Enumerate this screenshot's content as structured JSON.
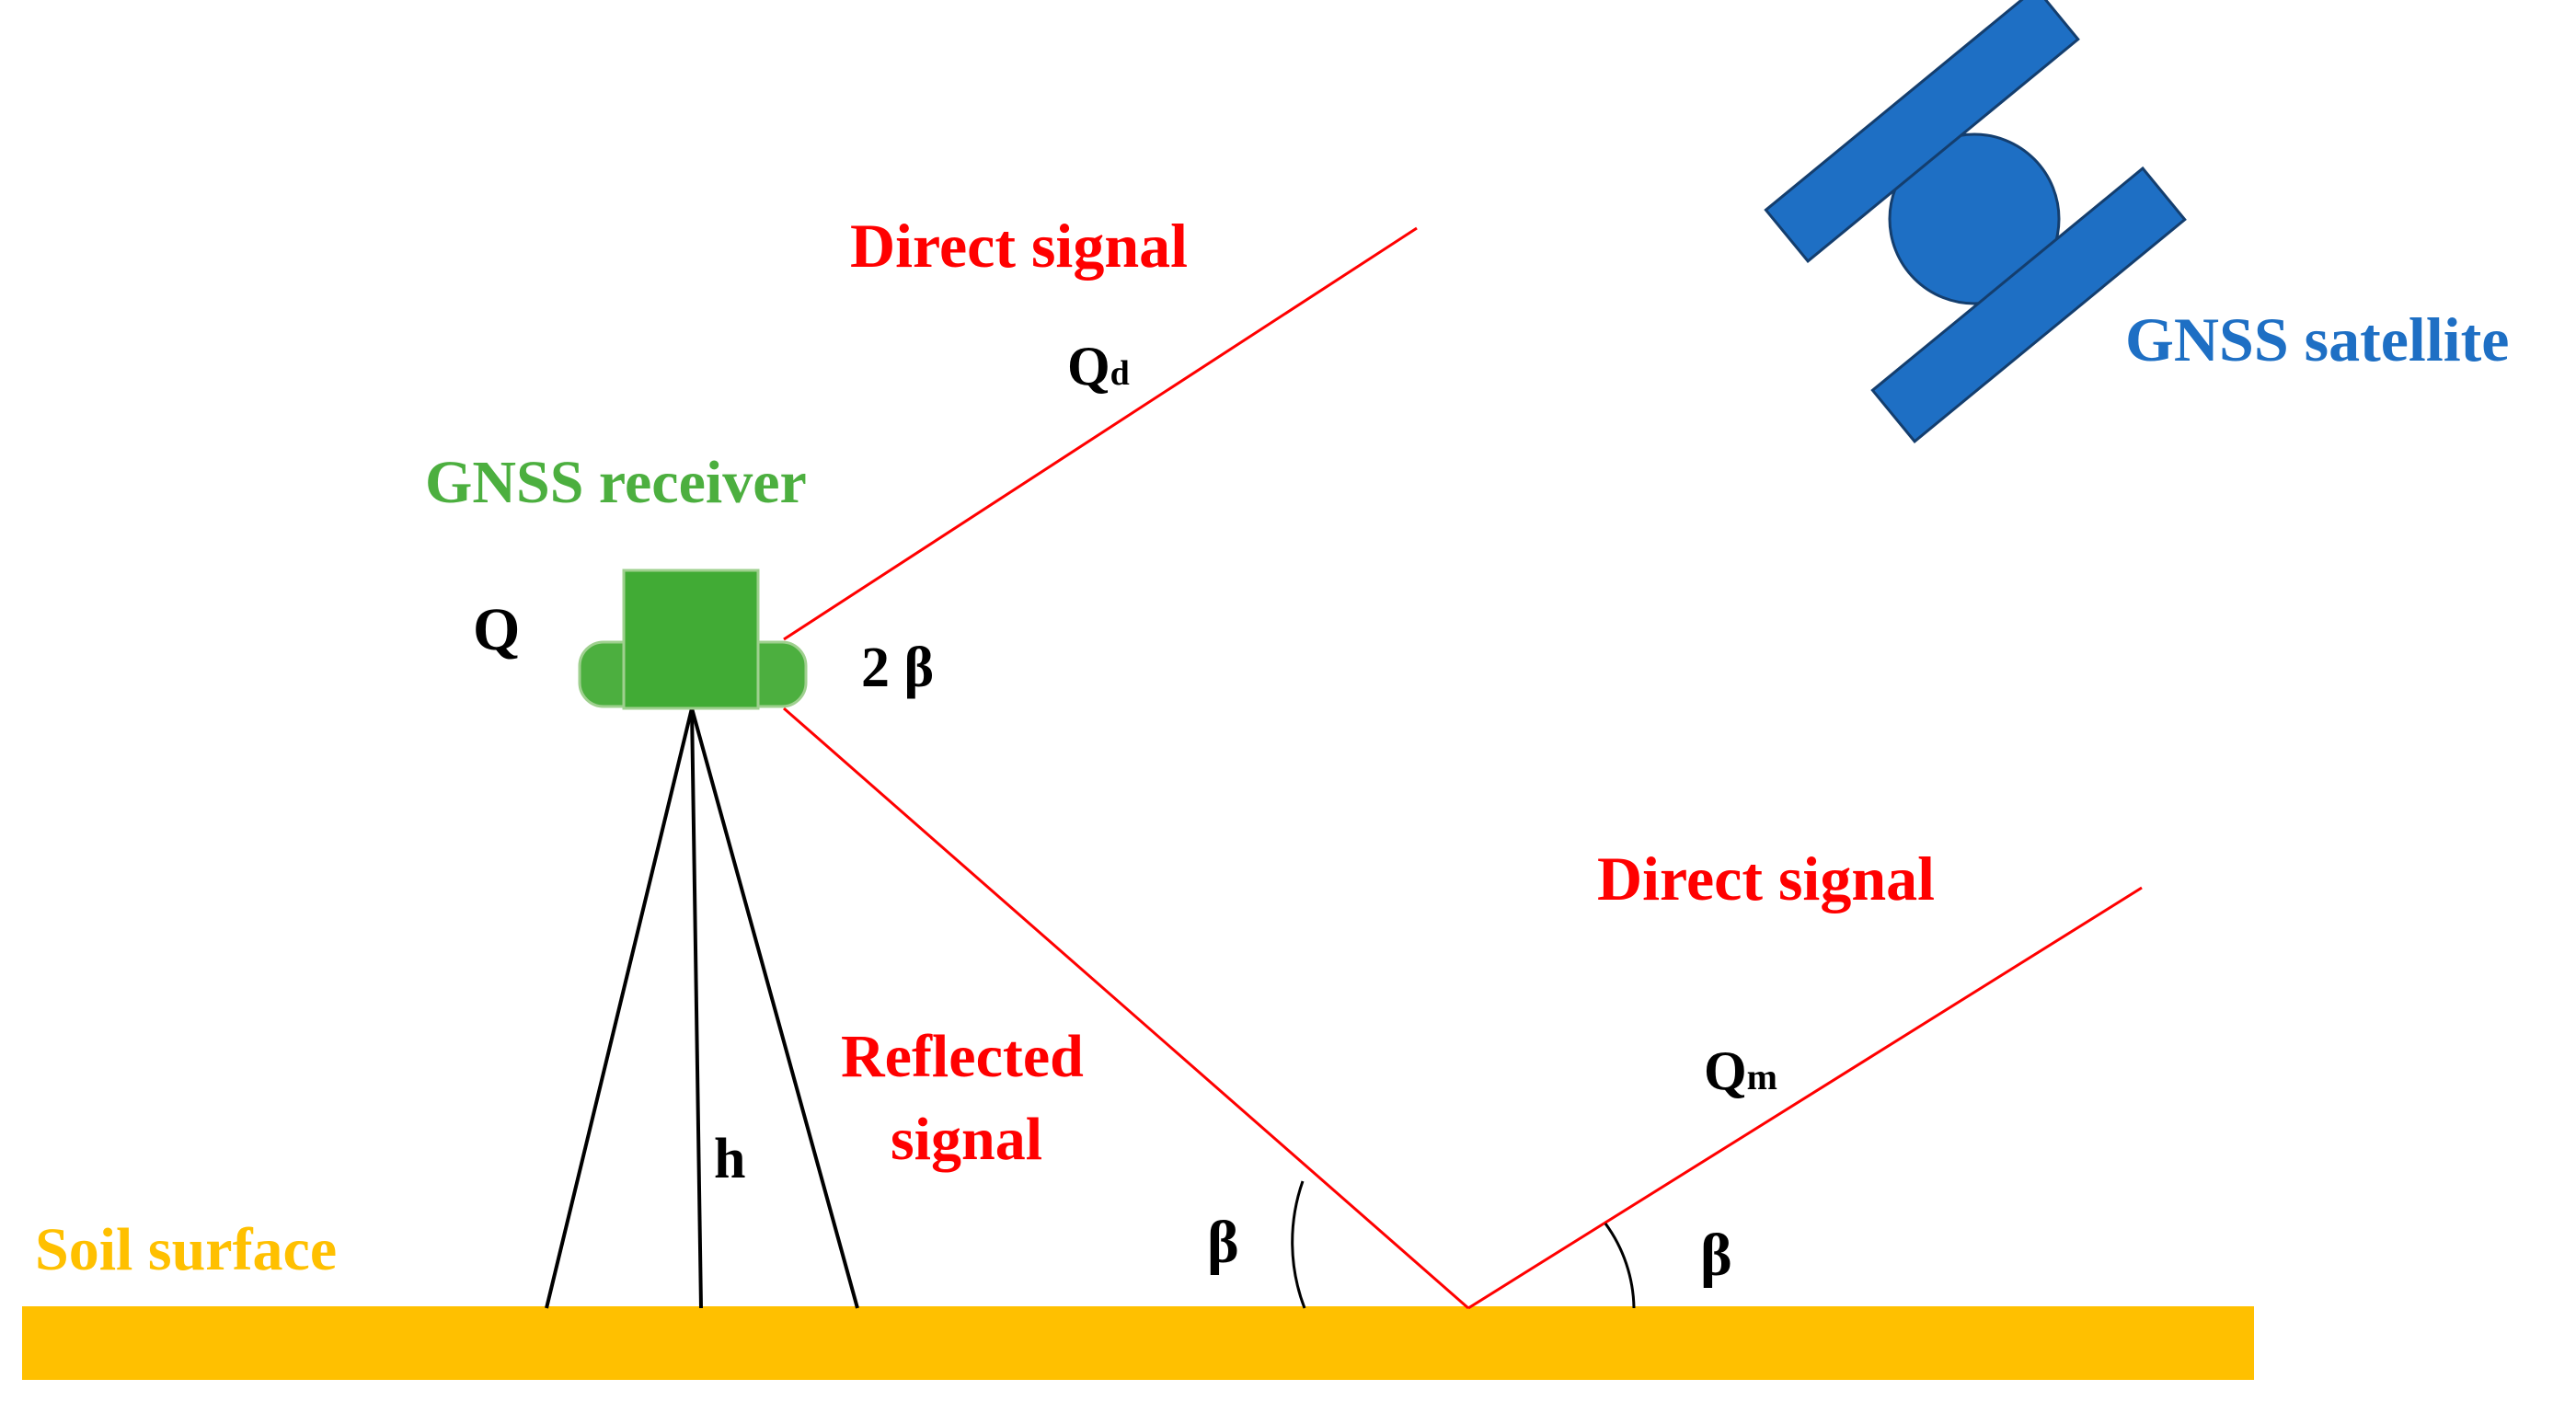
{
  "labels": {
    "direct_signal_top": "Direct signal",
    "qd_main": "Q",
    "qd_sub": "d",
    "gnss_receiver": "GNSS receiver",
    "q": "Q",
    "two_beta": "2 β",
    "gnss_satellite": "GNSS satellite",
    "direct_signal_right": "Direct signal",
    "qm_main": "Q",
    "qm_sub": "m",
    "reflected_line1": "Reflected",
    "reflected_line2": "signal",
    "h": "h",
    "beta_left": "β",
    "beta_right": "β",
    "soil_surface": "Soil surface"
  },
  "colors": {
    "signal": "#ff0000",
    "receiver": "#4caf3f",
    "satellite": "#1e6fc4",
    "soil": "#ffc000",
    "structure": "#000000"
  }
}
